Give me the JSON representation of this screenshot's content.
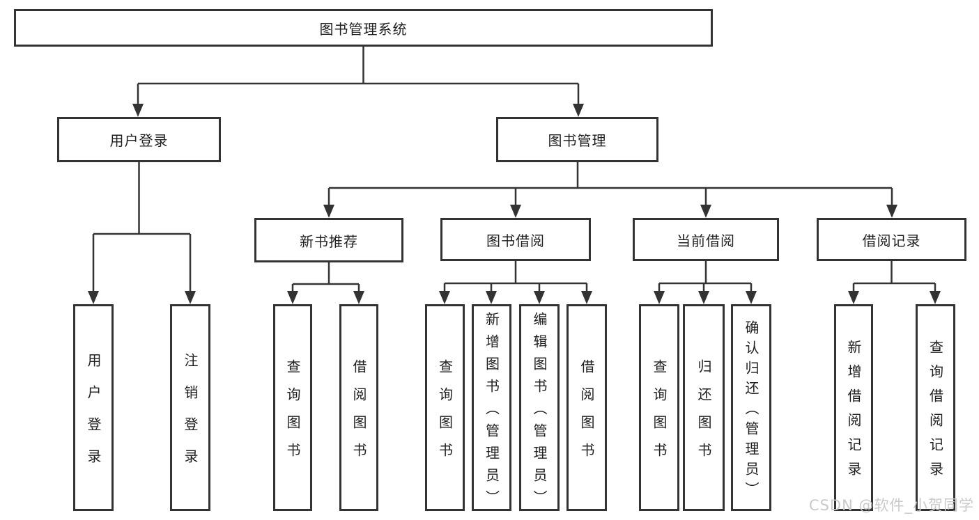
{
  "diagram": {
    "root": {
      "label": "图书管理系统"
    },
    "branches": [
      {
        "label": "用户登录",
        "leaves": [
          {
            "label": "用户登录"
          },
          {
            "label": "注销登录"
          }
        ]
      },
      {
        "label": "图书管理",
        "children": [
          {
            "label": "新书推荐",
            "leaves": [
              {
                "label": "查询图书"
              },
              {
                "label": "借阅图书"
              }
            ]
          },
          {
            "label": "图书借阅",
            "leaves": [
              {
                "label": "查询图书"
              },
              {
                "label": "新增图书（管理员）"
              },
              {
                "label": "编辑图书（管理员）"
              },
              {
                "label": "借阅图书"
              }
            ]
          },
          {
            "label": "当前借阅",
            "leaves": [
              {
                "label": "查询图书"
              },
              {
                "label": "归还图书"
              },
              {
                "label": "确认归还（管理员）"
              }
            ]
          },
          {
            "label": "借阅记录",
            "leaves": [
              {
                "label": "新增借阅记录"
              },
              {
                "label": "查询借阅记录"
              }
            ]
          }
        ]
      }
    ]
  },
  "watermark": {
    "text": "CSDN @软件_小贺同学"
  },
  "colors": {
    "line": "#333333",
    "box_border": "#333333",
    "text": "#1f1f1f",
    "watermark": "#c9c9c9",
    "background": "#ffffff"
  }
}
